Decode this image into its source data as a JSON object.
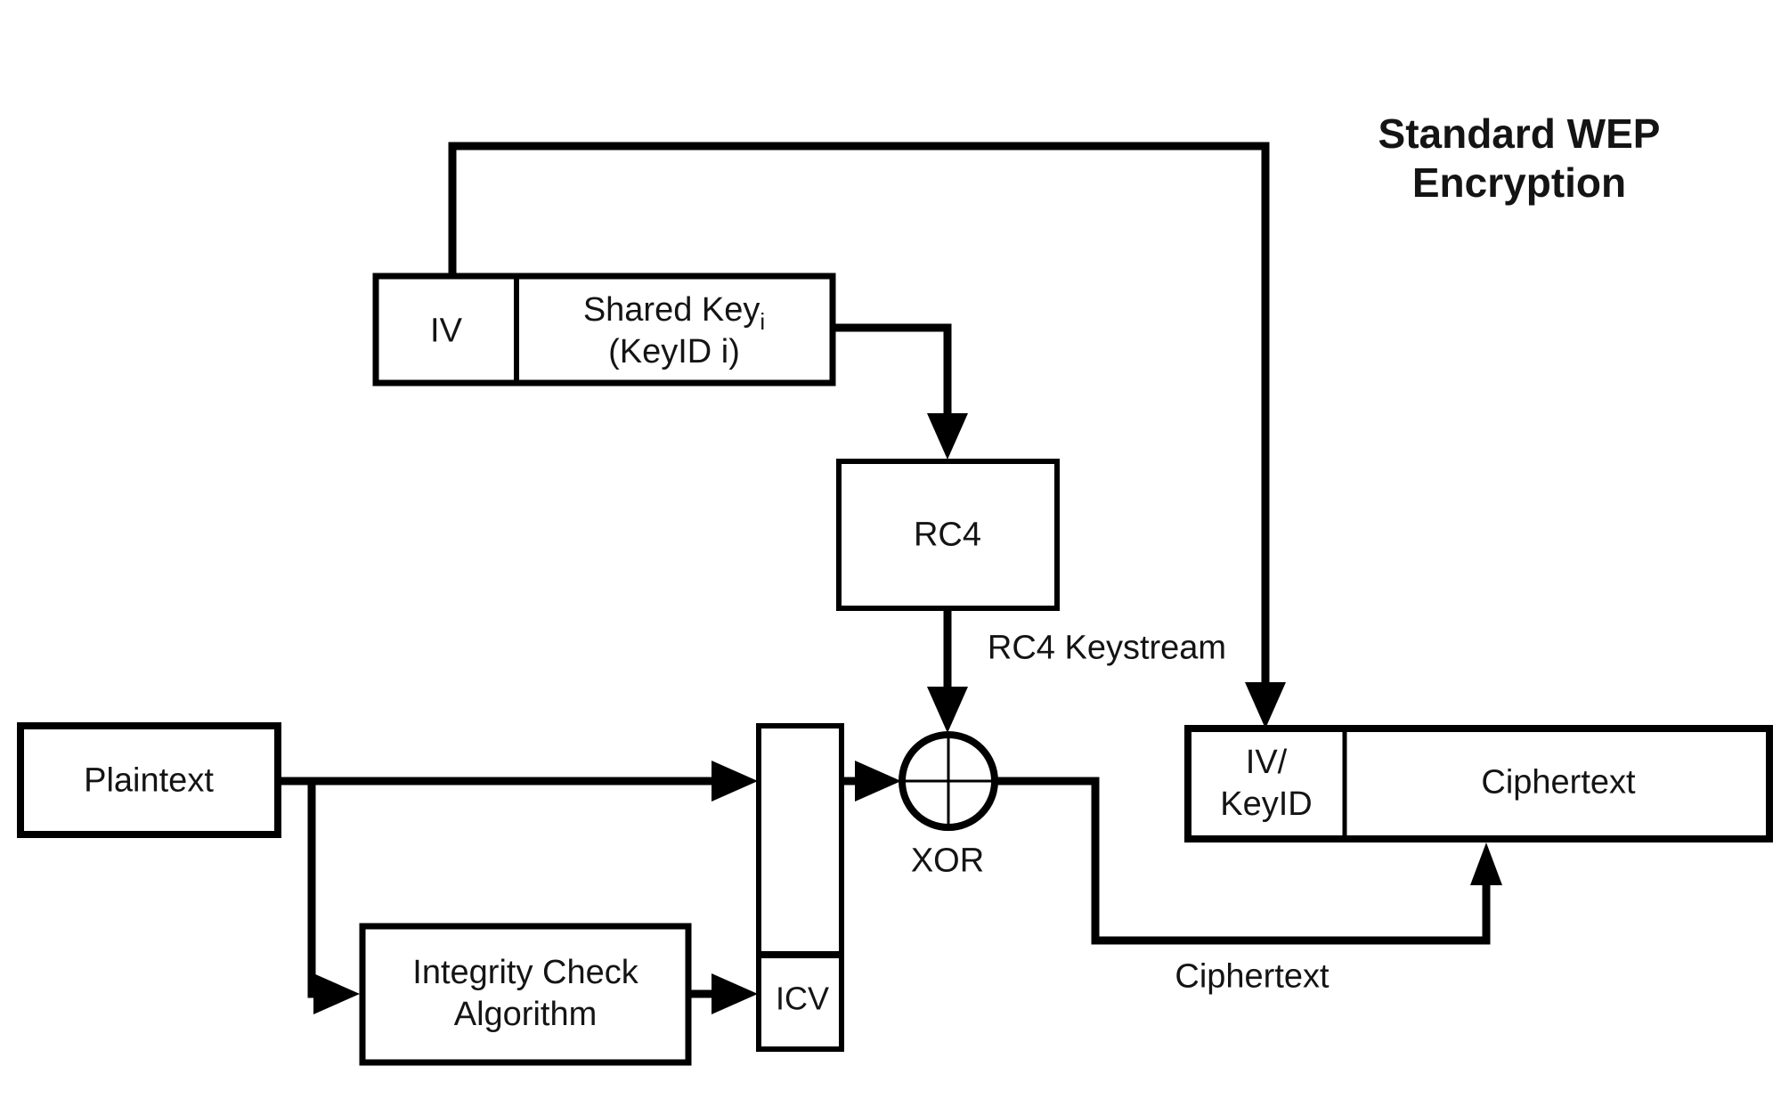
{
  "diagram": {
    "title": {
      "line1": "Standard WEP",
      "line2": "Encryption"
    },
    "boxes": {
      "iv": "IV",
      "shared_key": {
        "base": "Shared Key",
        "sub": "i",
        "line2": "(KeyID i)"
      },
      "rc4": "RC4",
      "plaintext": "Plaintext",
      "integrity": {
        "line1": "Integrity Check",
        "line2": "Algorithm"
      },
      "icv": "ICV",
      "iv_keyid": {
        "line1": "IV/",
        "line2": "KeyID"
      },
      "ciphertext": "Ciphertext"
    },
    "labels": {
      "rc4_keystream": "RC4 Keystream",
      "xor": "XOR",
      "ciphertext": "Ciphertext"
    },
    "colors": {
      "line": "#000000",
      "text": "#141414",
      "background": "#ffffff"
    }
  }
}
